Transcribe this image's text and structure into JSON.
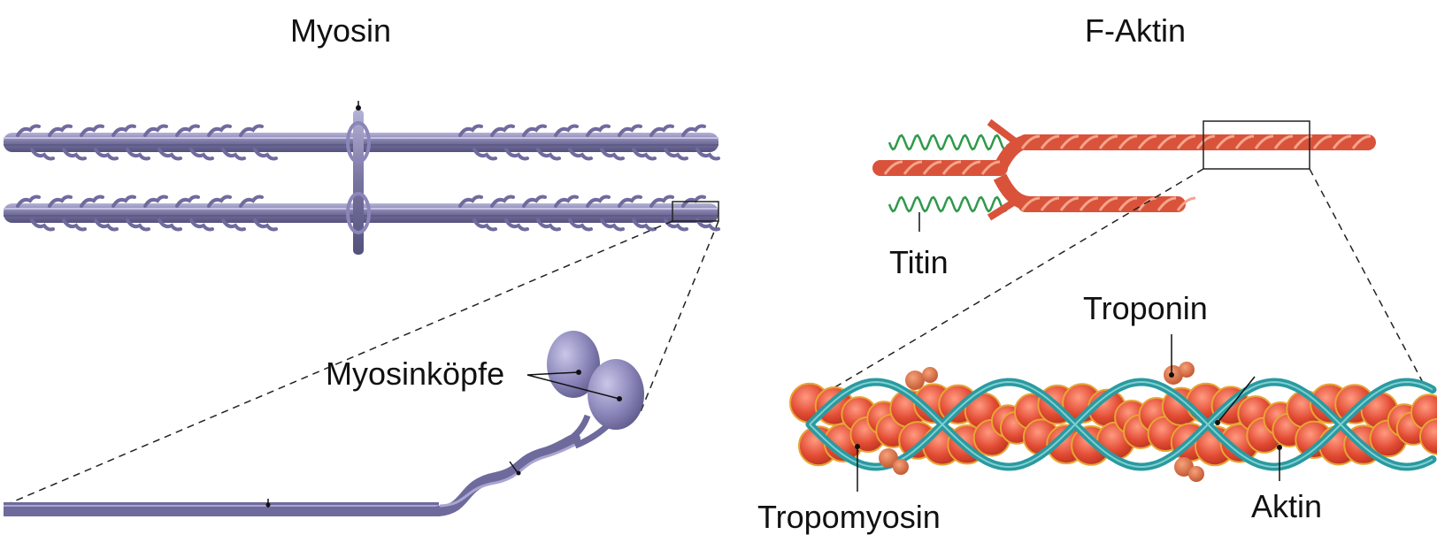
{
  "left_panel": {
    "title": "Myosin",
    "label_heads": "Myosinköpfe"
  },
  "right_panel": {
    "title": "F-Aktin",
    "label_titin": "Titin",
    "label_troponin": "Troponin",
    "label_tropomyosin": "Tropomyosin",
    "label_actin": "Aktin"
  },
  "colors": {
    "myosin": "#6f6b9e",
    "myosin_light": "#a8a5cf",
    "actin": "#d9533a",
    "actin_light": "#f08a6c",
    "tropomyosin": "#2a9aa0",
    "titin": "#2e9a4a",
    "bead": "#e24b33",
    "bead_rim": "#e8a535"
  },
  "icons": [
    "myosin-filament-illustration",
    "actin-filament-illustration"
  ]
}
